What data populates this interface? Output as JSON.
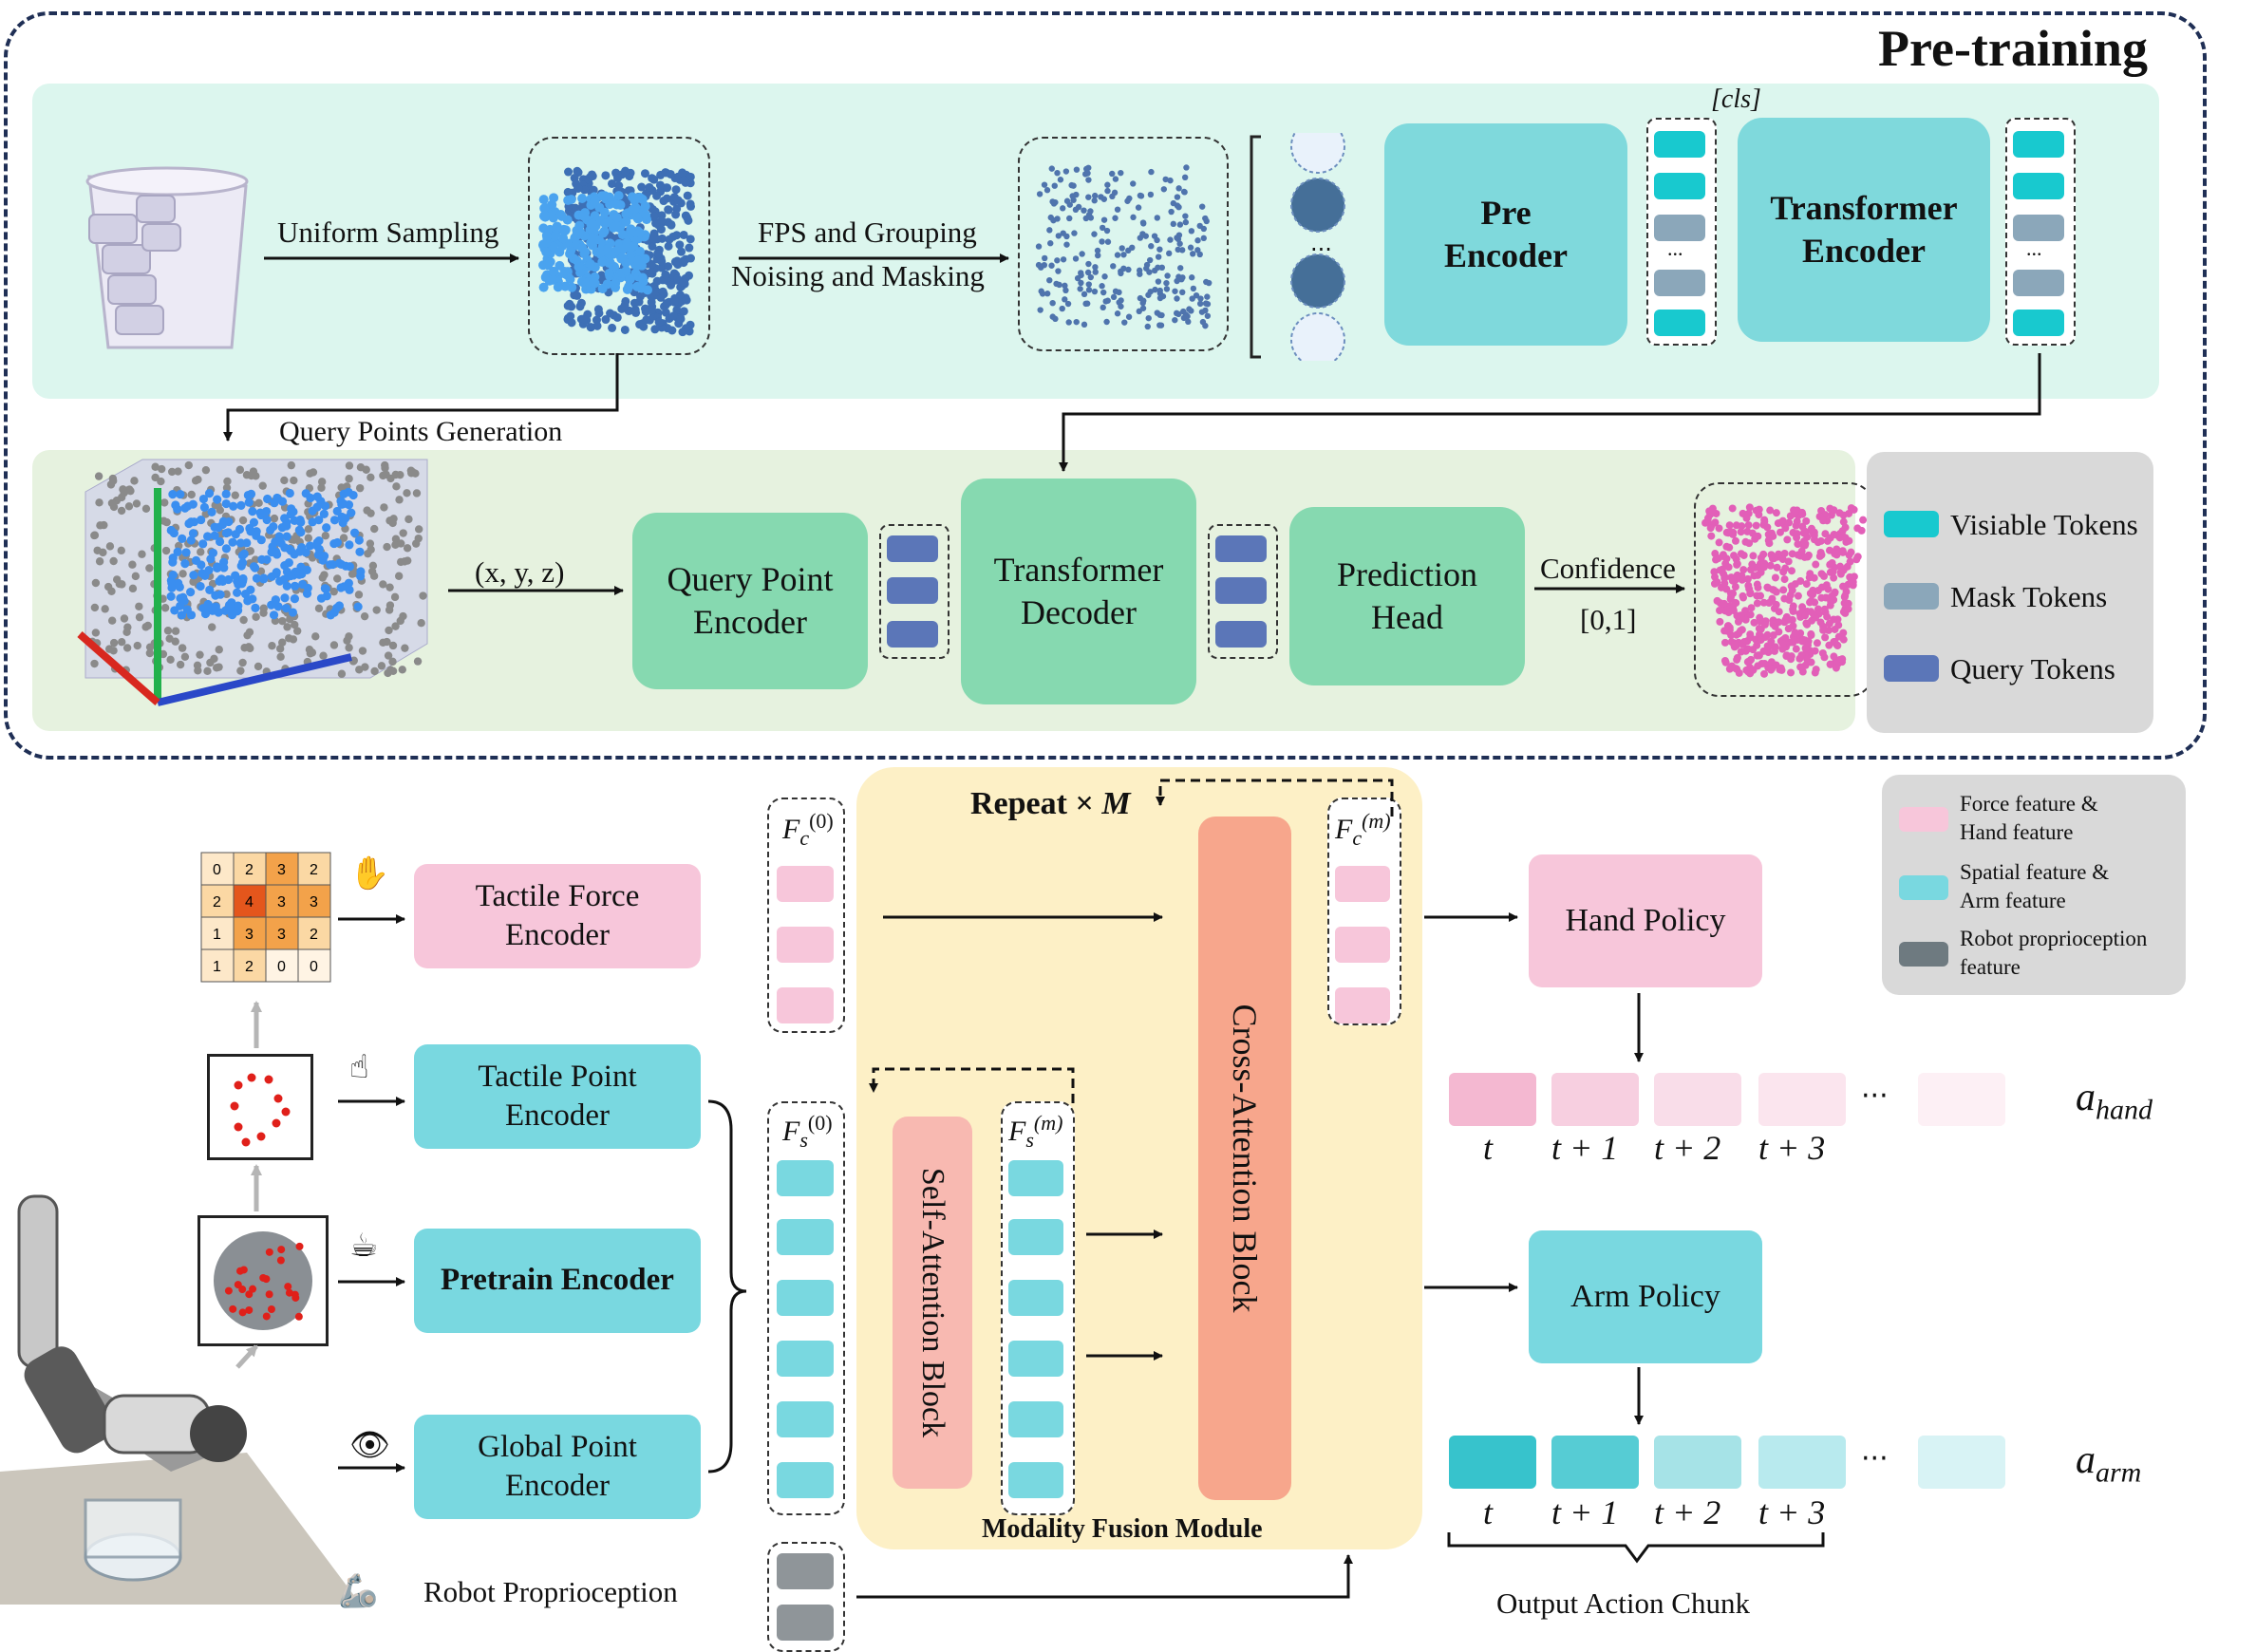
{
  "pretraining": {
    "title": "Pre-training",
    "top_row": {
      "uniform_sampling": "Uniform Sampling",
      "fps_grouping": "FPS and Grouping",
      "noising_masking": "Noising and Masking",
      "pre_encoder_line1": "Pre",
      "pre_encoder_line2": "Encoder",
      "cls": "[cls]",
      "transformer_encoder_line1": "Transformer",
      "transformer_encoder_line2": "Encoder",
      "ellipsis": "..."
    },
    "bottom_row": {
      "query_points_generation": "Query Points Generation",
      "xyz": "(x, y, z)",
      "query_point_encoder_line1": "Query Point",
      "query_point_encoder_line2": "Encoder",
      "transformer_decoder_line1": "Transformer",
      "transformer_decoder_line2": "Decoder",
      "prediction_head_line1": "Prediction",
      "prediction_head_line2": "Head",
      "confidence": "Confidence",
      "range": "[0,1]"
    },
    "legend": [
      {
        "label": "Visiable Tokens",
        "color": "#18c9cf"
      },
      {
        "label": "Mask Tokens",
        "color": "#8ba7ba"
      },
      {
        "label": "Query Tokens",
        "color": "#5b76b8"
      }
    ]
  },
  "policy": {
    "encoders": {
      "tactile_force_line1": "Tactile Force",
      "tactile_force_line2": "Encoder",
      "tactile_point_line1": "Tactile Point",
      "tactile_point_line2": "Encoder",
      "pretrain": "Pretrain Encoder",
      "global_point_line1": "Global Point",
      "global_point_line2": "Encoder"
    },
    "robot_proprioception": "Robot Proprioception",
    "tactile_grid": {
      "rows": [
        [
          "0",
          "2",
          "3",
          "2"
        ],
        [
          "2",
          "4",
          "3",
          "3"
        ],
        [
          "1",
          "3",
          "3",
          "2"
        ],
        [
          "1",
          "2",
          "0",
          "0"
        ]
      ]
    },
    "fusion": {
      "repeat": "Repeat",
      "times": "×",
      "m": "M",
      "fc0_base": "F",
      "fc0_sub": "c",
      "fc0_sup": "(0)",
      "fcm_base": "F",
      "fcm_sub": "c",
      "fcm_sup": "(m)",
      "fs0_base": "F",
      "fs0_sub": "s",
      "fs0_sup": "(0)",
      "fsm_base": "F",
      "fsm_sub": "s",
      "fsm_sup": "(m)",
      "self_attention": "Self-Attention Block",
      "cross_attention": "Cross-Attention Block",
      "module_label": "Modality Fusion Module"
    },
    "hand_policy": "Hand Policy",
    "arm_policy": "Arm Policy",
    "time_labels": [
      "t",
      "t + 1",
      "t + 2",
      "t + 3"
    ],
    "dots": "···",
    "a_hand_base": "a",
    "a_hand_sub": "hand",
    "a_arm_base": "a",
    "a_arm_sub": "arm",
    "output_chunk": "Output Action Chunk",
    "legend": [
      {
        "line1": "Force feature &",
        "line2": "Hand feature",
        "color": "#f7c6da"
      },
      {
        "line1": "Spatial feature &",
        "line2": "Arm feature",
        "color": "#79d8e0"
      },
      {
        "line1": "Robot proprioception",
        "line2": "feature",
        "color": "#6e7a80"
      }
    ]
  }
}
